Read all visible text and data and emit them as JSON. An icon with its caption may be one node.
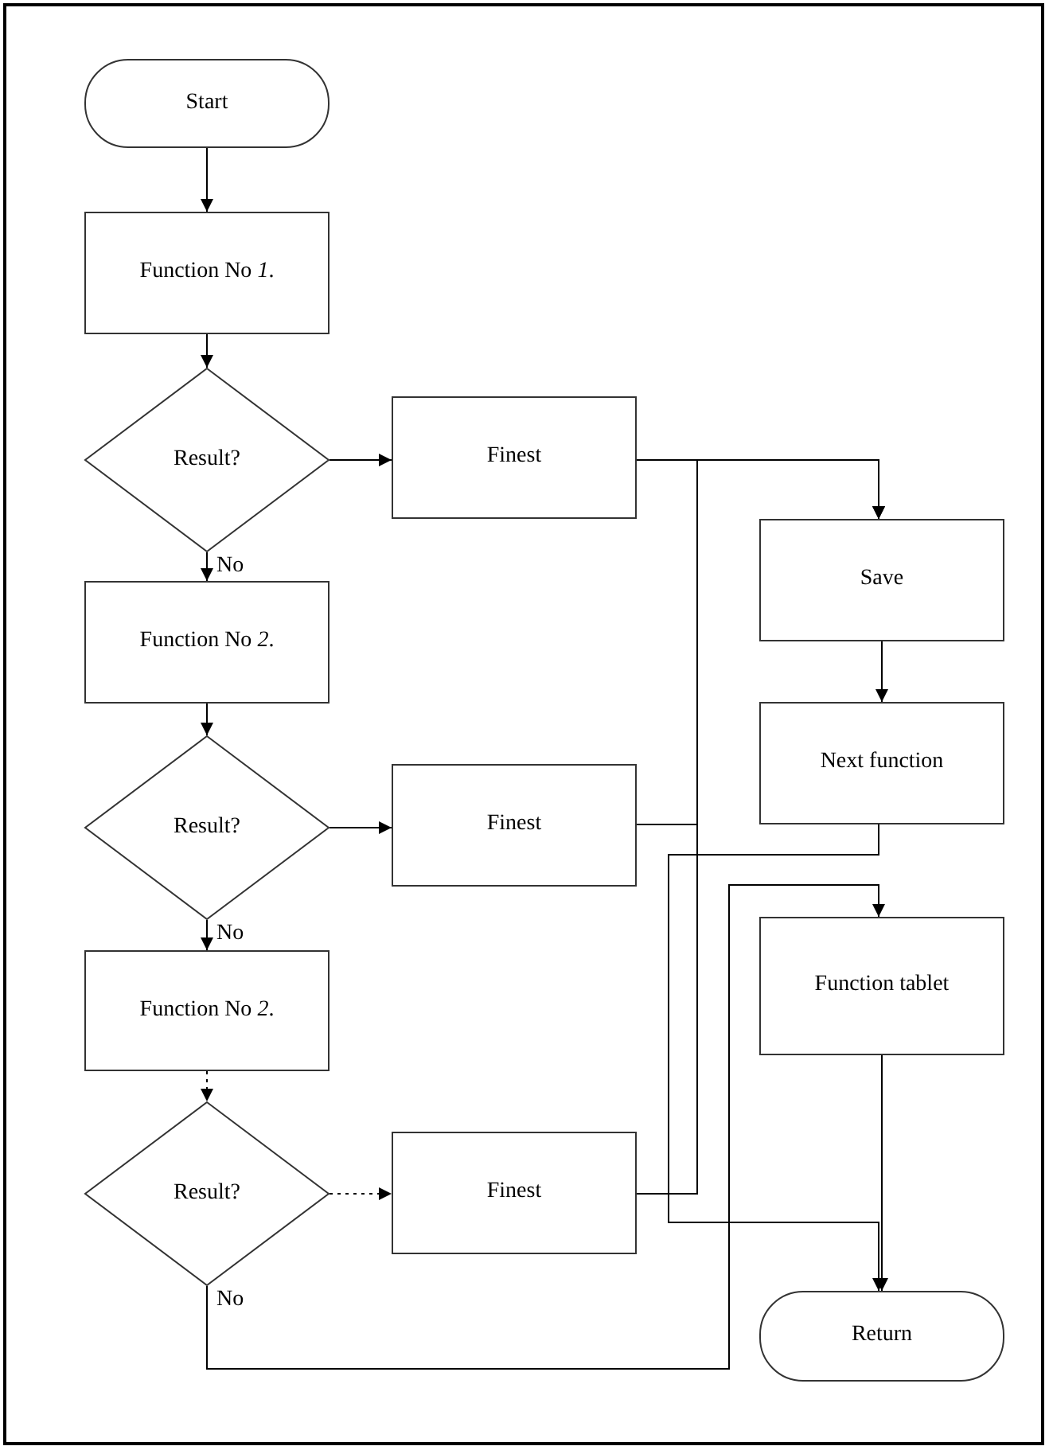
{
  "diagram": {
    "nodes": [
      {
        "text": [
          "Start"
        ]
      },
      {
        "text": [
          "Function No *1*."
        ]
      },
      {
        "text": [
          "Result?"
        ]
      },
      {
        "text": [
          "Finest"
        ]
      },
      {
        "text": [
          "Function No *2*."
        ]
      },
      {
        "text": [
          "Result?"
        ]
      },
      {
        "text": [
          "Finest"
        ]
      },
      {
        "text": [
          "Function No *2*."
        ]
      },
      {
        "text": [
          "Result?"
        ]
      },
      {
        "text": [
          "Finest"
        ]
      },
      {
        "text": [
          "Save"
        ]
      },
      {
        "text": [
          "Next function"
        ]
      },
      {
        "text": [
          "Function tablet"
        ]
      },
      {
        "text": [
          "Return"
        ]
      }
    ],
    "edges": [
      {
        "from": 0,
        "to": 1,
        "arrow": "to"
      },
      {
        "from": 1,
        "to": 2,
        "arrow": "to"
      },
      {
        "from": 2,
        "to": 3,
        "arrow": "to"
      },
      {
        "from": 2,
        "to": 4,
        "arrow": "to",
        "label": "No"
      },
      {
        "from": 4,
        "to": 5,
        "arrow": "to"
      },
      {
        "from": 5,
        "to": 6,
        "arrow": "to"
      },
      {
        "from": 5,
        "to": 7,
        "arrow": "to",
        "label": "No"
      },
      {
        "from": 7,
        "to": 8,
        "arrow": "to",
        "style": "dashed"
      },
      {
        "from": 8,
        "to": 9,
        "arrow": "to",
        "style": "dashed"
      },
      {
        "from": 3,
        "to": 10,
        "arrow": "to"
      },
      {
        "from": 6,
        "to": 10,
        "arrow": "to"
      },
      {
        "from": 9,
        "to": 10,
        "arrow": "to"
      },
      {
        "from": 10,
        "to": 11,
        "arrow": "to"
      },
      {
        "from": 8,
        "to": 12,
        "arrow": "to",
        "label": "No"
      },
      {
        "from": 11,
        "to": 13,
        "arrow": "to"
      },
      {
        "from": 12,
        "to": 13,
        "arrow": "to"
      }
    ]
  }
}
